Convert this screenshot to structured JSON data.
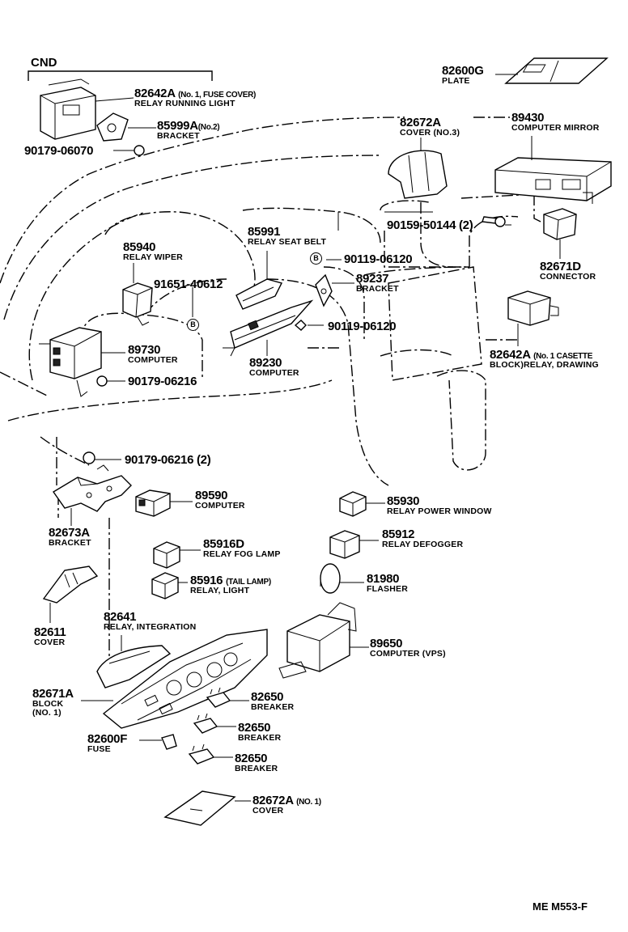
{
  "header": {
    "cnd": "CND"
  },
  "footer": {
    "code": "ME M553-F"
  },
  "callouts": {
    "b1": "B",
    "b2": "B"
  },
  "parts": [
    {
      "id": "p82600G",
      "number": "82600G",
      "desc": "PLATE"
    },
    {
      "id": "p82642A_top",
      "number": "82642A",
      "suffix": "(No. 1, FUSE COVER)",
      "desc": "RELAY RUNNING LIGHT"
    },
    {
      "id": "p85999A",
      "number": "85999A",
      "suffix": "(No.2)",
      "desc": "BRACKET"
    },
    {
      "id": "p90179_06070",
      "number": "90179-06070",
      "desc": ""
    },
    {
      "id": "p82672A_top",
      "number": "82672A",
      "desc": "COVER (NO.3)"
    },
    {
      "id": "p89430",
      "number": "89430",
      "desc": "COMPUTER MIRROR"
    },
    {
      "id": "p90159_50144",
      "number": "90159-50144 (2)",
      "desc": ""
    },
    {
      "id": "p85940",
      "number": "85940",
      "desc": "RELAY WIPER"
    },
    {
      "id": "p85991",
      "number": "85991",
      "desc": "RELAY SEAT BELT"
    },
    {
      "id": "p90119_06120_a",
      "number": "90119-06120",
      "desc": ""
    },
    {
      "id": "p91651_40612",
      "number": "91651-40612",
      "desc": ""
    },
    {
      "id": "p89237",
      "number": "89237",
      "desc": "BRACKET"
    },
    {
      "id": "p82671D",
      "number": "82671D",
      "desc": "CONNECTOR"
    },
    {
      "id": "p90119_06120_b",
      "number": "90119-06120",
      "desc": ""
    },
    {
      "id": "p89730",
      "number": "89730",
      "desc": "COMPUTER"
    },
    {
      "id": "p89230",
      "number": "89230",
      "desc": "COMPUTER"
    },
    {
      "id": "p82642A_mid",
      "number": "82642A",
      "suffix": "(No. 1 CASETTE",
      "desc": "BLOCK)RELAY, DRAWING"
    },
    {
      "id": "p90179_06216_a",
      "number": "90179-06216",
      "desc": ""
    },
    {
      "id": "p90179_06216_b",
      "number": "90179-06216 (2)",
      "desc": ""
    },
    {
      "id": "p89590",
      "number": "89590",
      "desc": "COMPUTER"
    },
    {
      "id": "p85930",
      "number": "85930",
      "desc": "RELAY POWER WINDOW"
    },
    {
      "id": "p82673A",
      "number": "82673A",
      "desc": "BRACKET"
    },
    {
      "id": "p85916D",
      "number": "85916D",
      "desc": "RELAY FOG LAMP"
    },
    {
      "id": "p85912",
      "number": "85912",
      "desc": "RELAY DEFOGGER"
    },
    {
      "id": "p85916",
      "number": "85916",
      "suffix": "(TAIL LAMP)",
      "desc": "RELAY, LIGHT"
    },
    {
      "id": "p81980",
      "number": "81980",
      "desc": "FLASHER"
    },
    {
      "id": "p82611",
      "number": "82611",
      "desc": "COVER"
    },
    {
      "id": "p82641",
      "number": "82641",
      "desc": "RELAY, INTEGRATION"
    },
    {
      "id": "p89650",
      "number": "89650",
      "desc": "COMPUTER (VPS)"
    },
    {
      "id": "p82671A",
      "number": "82671A",
      "desc": "BLOCK",
      "desc2": "(NO. 1)"
    },
    {
      "id": "p82650_a",
      "number": "82650",
      "desc": "BREAKER"
    },
    {
      "id": "p82650_b",
      "number": "82650",
      "desc": "BREAKER"
    },
    {
      "id": "p82600F",
      "number": "82600F",
      "desc": "FUSE"
    },
    {
      "id": "p82650_c",
      "number": "82650",
      "desc": "BREAKER"
    },
    {
      "id": "p82672A_bot",
      "number": "82672A",
      "suffix": "(NO. 1)",
      "desc": "COVER"
    }
  ]
}
